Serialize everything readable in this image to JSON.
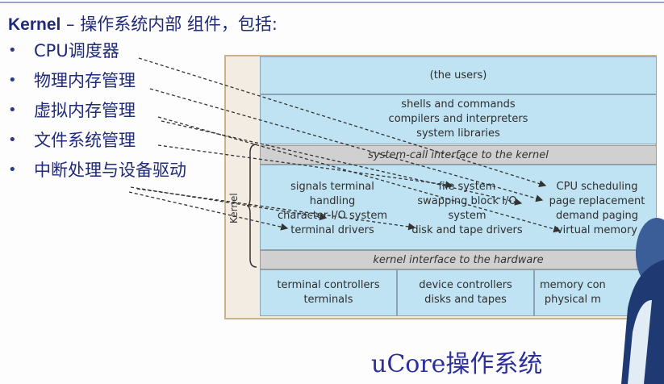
{
  "title": {
    "bold": "Kernel",
    "rest": " – 操作系统内部 组件，包括:"
  },
  "bullets": [
    {
      "dot": "•",
      "text": "CPU调度器"
    },
    {
      "dot": "•",
      "text": "物理内存管理"
    },
    {
      "dot": "•",
      "text": "虚拟内存管理"
    },
    {
      "dot": "•",
      "text": "文件系统管理"
    },
    {
      "dot": "•",
      "text": "中断处理与设备驱动"
    }
  ],
  "diagram": {
    "users": "(the users)",
    "shells": [
      "shells and commands",
      "compilers and interpreters",
      "system libraries"
    ],
    "syscall": "system-call interface to the kernel",
    "kernel_col1": [
      "signals terminal",
      "handling",
      "character I/O system",
      "terminal drivers"
    ],
    "kernel_col2": [
      "file system",
      "swapping block I/O",
      "system",
      "disk and tape drivers"
    ],
    "kernel_col3": [
      "CPU scheduling",
      "page replacement",
      "demand paging",
      "virtual memory"
    ],
    "hwiface": "kernel interface to the hardware",
    "hw1": [
      "terminal controllers",
      "terminals"
    ],
    "hw2": [
      "device controllers",
      "disks and tapes"
    ],
    "hw3": [
      "memory con",
      "physical m"
    ],
    "kernel_label": "Kernel"
  },
  "brand": "uCore操作系统",
  "colors": {
    "title": "#1f2a7a",
    "cell": "#bfe3f3",
    "band": "#d0d0d0",
    "frame": "#c9b38a",
    "brand": "#2b2f9a"
  }
}
